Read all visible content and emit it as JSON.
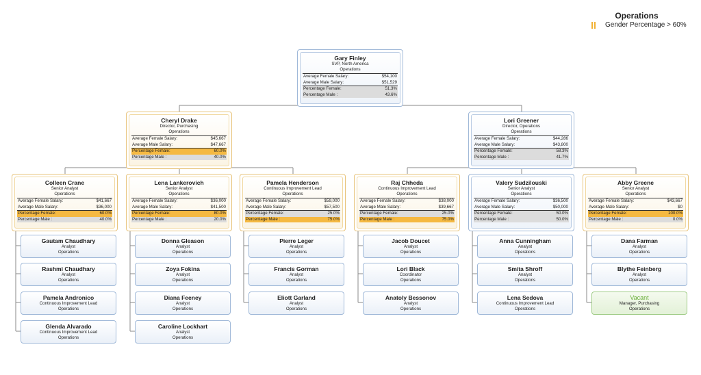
{
  "legend": {
    "title": "Operations",
    "label": "Gender Percentage > 60%"
  },
  "labels": {
    "avg_female": "Average Female Salary:",
    "avg_male": "Average Male Salary:",
    "pct_female": "Percentage Female:",
    "pct_male": "Percentage Male :"
  },
  "managers": [
    {
      "name": "Gary Finley",
      "title": "SVP, North America",
      "dept": "Operations",
      "avg_female": "$54,100",
      "avg_male": "$51,529",
      "pct_female": "51.3%",
      "pct_male": "43.6%",
      "highlight_female": false,
      "highlight_male": false
    },
    {
      "name": "Cheryl Drake",
      "title": "Director, Purchasing",
      "dept": "Operations",
      "avg_female": "$45,667",
      "avg_male": "$47,667",
      "pct_female": "60.0%",
      "pct_male": "40.0%",
      "highlight_female": true,
      "highlight_male": false
    },
    {
      "name": "Lori Greener",
      "title": "Director, Operations",
      "dept": "Operations",
      "avg_female": "$44,286",
      "avg_male": "$43,800",
      "pct_female": "58.3%",
      "pct_male": "41.7%",
      "highlight_female": false,
      "highlight_male": false
    },
    {
      "name": "Colleen Crane",
      "title": "Senior Analyst",
      "dept": "Operations",
      "avg_female": "$41,667",
      "avg_male": "$36,000",
      "pct_female": "60.0%",
      "pct_male": "40.0%",
      "highlight_female": true,
      "highlight_male": false
    },
    {
      "name": "Lena Lankerovich",
      "title": "Senior Analyst",
      "dept": "Operations",
      "avg_female": "$36,000",
      "avg_male": "$41,500",
      "pct_female": "80.0%",
      "pct_male": "20.0%",
      "highlight_female": true,
      "highlight_male": false
    },
    {
      "name": "Pamela Henderson",
      "title": "Continuous Improvement Lead",
      "dept": "Operations",
      "avg_female": "$59,000",
      "avg_male": "$57,500",
      "pct_female": "25.0%",
      "pct_male": "75.0%",
      "highlight_female": false,
      "highlight_male": true
    },
    {
      "name": "Raj Chheda",
      "title": "Continuous Improvement Lead",
      "dept": "Operations",
      "avg_female": "$38,000",
      "avg_male": "$39,667",
      "pct_female": "25.0%",
      "pct_male": "75.0%",
      "highlight_female": false,
      "highlight_male": true
    },
    {
      "name": "Valery Sudzilouski",
      "title": "Senior Analyst",
      "dept": "Operations",
      "avg_female": "$36,500",
      "avg_male": "$50,000",
      "pct_female": "50.0%",
      "pct_male": "50.0%",
      "highlight_female": false,
      "highlight_male": false
    },
    {
      "name": "Abby Greene",
      "title": "Senior Analyst",
      "dept": "Operations",
      "avg_female": "$43,667",
      "avg_male": "$0",
      "pct_female": "100.0%",
      "pct_male": "0.0%",
      "highlight_female": true,
      "highlight_male": false
    }
  ],
  "employees": [
    {
      "name": "Gautam Chaudhary",
      "title": "Analyst",
      "dept": "Operations"
    },
    {
      "name": "Rashmi Chaudhary",
      "title": "Analyst",
      "dept": "Operations"
    },
    {
      "name": "Pamela Andronico",
      "title": "Continuous Improvement Lead",
      "dept": "Operations"
    },
    {
      "name": "Glenda Alvarado",
      "title": "Continuous Improvement Lead",
      "dept": "Operations"
    },
    {
      "name": "Donna Gleason",
      "title": "Analyst",
      "dept": "Operations"
    },
    {
      "name": "Zoya Fokina",
      "title": "Analyst",
      "dept": "Operations"
    },
    {
      "name": "Diana Feeney",
      "title": "Analyst",
      "dept": "Operations"
    },
    {
      "name": "Caroline Lockhart",
      "title": "Analyst",
      "dept": "Operations"
    },
    {
      "name": "Pierre Leger",
      "title": "Analyst",
      "dept": "Operations"
    },
    {
      "name": "Francis Gorman",
      "title": "Analyst",
      "dept": "Operations"
    },
    {
      "name": "Eliott Garland",
      "title": "Analyst",
      "dept": "Operations"
    },
    {
      "name": "Jacob Doucet",
      "title": "Analyst",
      "dept": "Operations"
    },
    {
      "name": "Lori Black",
      "title": "Coordinator",
      "dept": "Operations"
    },
    {
      "name": "Anatoly Bessonov",
      "title": "Analyst",
      "dept": "Operations"
    },
    {
      "name": "Anna Cunningham",
      "title": "Analyst",
      "dept": "Operations"
    },
    {
      "name": "Smita Shroff",
      "title": "Analyst",
      "dept": "Operations"
    },
    {
      "name": "Lena Sedova",
      "title": "Continuous Improvement Lead",
      "dept": "Operations"
    },
    {
      "name": "Dana Farman",
      "title": "Analyst",
      "dept": "Operations"
    },
    {
      "name": "Blythe Feinberg",
      "title": "Analyst",
      "dept": "Operations"
    },
    {
      "name": "Vacant",
      "title": "Manager, Purchasing",
      "dept": "Operations",
      "vacant": true
    }
  ]
}
